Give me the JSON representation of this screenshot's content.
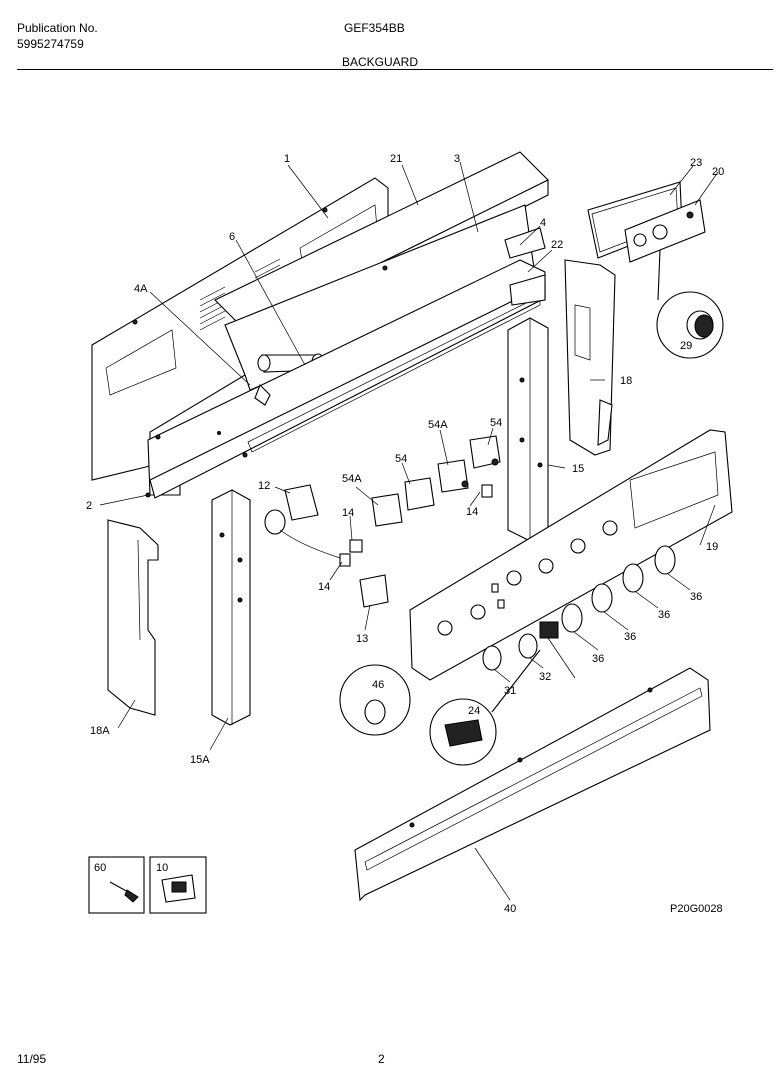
{
  "header": {
    "pub_label": "Publication No.",
    "pub_number": "5995274759",
    "model": "GEF354BB",
    "section": "BACKGUARD"
  },
  "footer": {
    "date": "11/95",
    "page": "2"
  },
  "diagram_code": "P20G0028",
  "callouts": {
    "c1": "1",
    "c21": "21",
    "c3": "3",
    "c23": "23",
    "c20": "20",
    "c6": "6",
    "c4": "4",
    "c22": "22",
    "c4A": "4A",
    "c29": "29",
    "c18": "18",
    "c54A_a": "54A",
    "c54_a": "54",
    "c54A_b": "54A",
    "c54_b": "54",
    "c15": "15",
    "c2": "2",
    "c12": "12",
    "c14_a": "14",
    "c14_b": "14",
    "c14_c": "14",
    "c19": "19",
    "c13": "13",
    "c36_a": "36",
    "c36_b": "36",
    "c36_c": "36",
    "c36_d": "36",
    "c46": "46",
    "c31": "31",
    "c32": "32",
    "c24": "24",
    "c18A": "18A",
    "c15A": "15A",
    "c40": "40",
    "c60": "60",
    "c10": "10"
  }
}
